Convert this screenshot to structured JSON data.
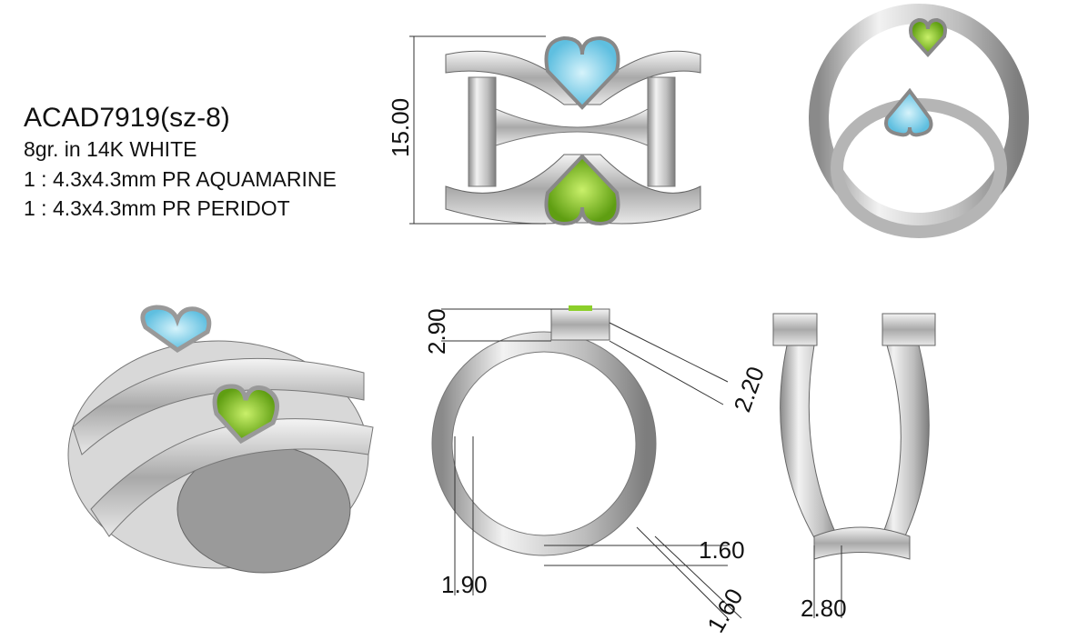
{
  "spec": {
    "model": "ACAD7919(sz-8)",
    "metal": "8gr.  in 14K WHITE",
    "stone1": "1 : 4.3x4.3mm PR AQUAMARINE",
    "stone2": "1 : 4.3x4.3mm PR PERIDOT"
  },
  "dimensions": {
    "height": "15.00",
    "top_setting": "2.90",
    "setting_width": "2.20",
    "shank_bottom_a": "1.60",
    "shank_bottom_b": "1.60",
    "shank_side": "1.90",
    "side_width": "2.80"
  },
  "colors": {
    "aquamarine": "#8fd6ee",
    "peridot": "#8ccf2a",
    "metal": "#c9c9c9"
  }
}
